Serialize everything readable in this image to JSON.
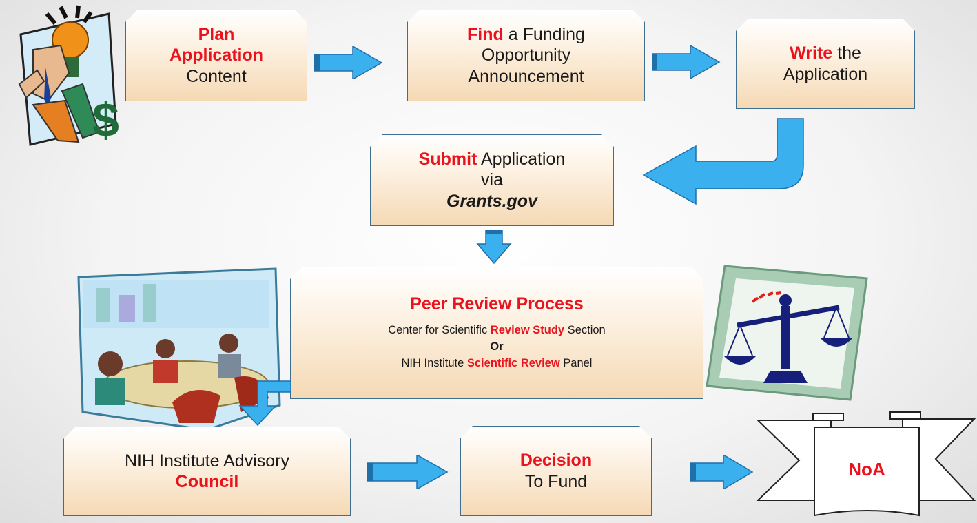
{
  "steps": {
    "plan": {
      "key": "Plan",
      "key2": "Application",
      "rest": "Content"
    },
    "find": {
      "key": "Find",
      "rest": "a Funding",
      "line2": "Opportunity",
      "line3": "Announcement"
    },
    "write": {
      "key": "Write",
      "rest": "the",
      "line2": "Application"
    },
    "submit": {
      "key": "Submit",
      "rest": "Application",
      "line2": "via",
      "line3": "Grants.gov"
    },
    "peer": {
      "title": "Peer Review Process",
      "l1_pre": "Center for Scientific ",
      "l1_hl": "Review Study",
      "l1_post": " Section",
      "or": "Or",
      "l2_pre": "NIH Institute ",
      "l2_hl": "Scientific Review",
      "l2_post": " Panel"
    },
    "council": {
      "line1": "NIH Institute Advisory",
      "key": "Council"
    },
    "decision": {
      "key": "Decision",
      "rest": "To Fund"
    },
    "noa": {
      "label": "NoA"
    }
  },
  "colors": {
    "highlight": "#e8131d",
    "arrow": "#3ab0ee",
    "box_border": "#3f6f90"
  }
}
